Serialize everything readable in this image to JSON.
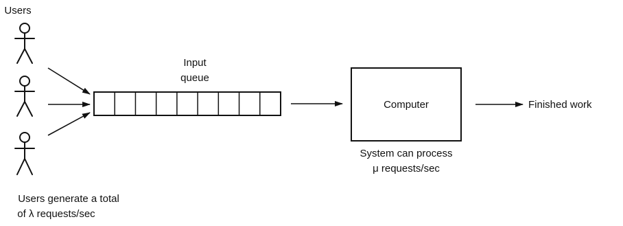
{
  "users_label": "Users",
  "users_caption": {
    "line1": "Users generate a total",
    "line2": "of λ requests/sec"
  },
  "queue_label": {
    "line1": "Input",
    "line2": "queue"
  },
  "queue": {
    "cell_count": 9
  },
  "computer_label": "Computer",
  "computer_caption": {
    "line1": "System can process",
    "line2": "μ requests/sec"
  },
  "output_label": "Finished work",
  "colors": {
    "ink": "#111111",
    "background": "#ffffff"
  }
}
